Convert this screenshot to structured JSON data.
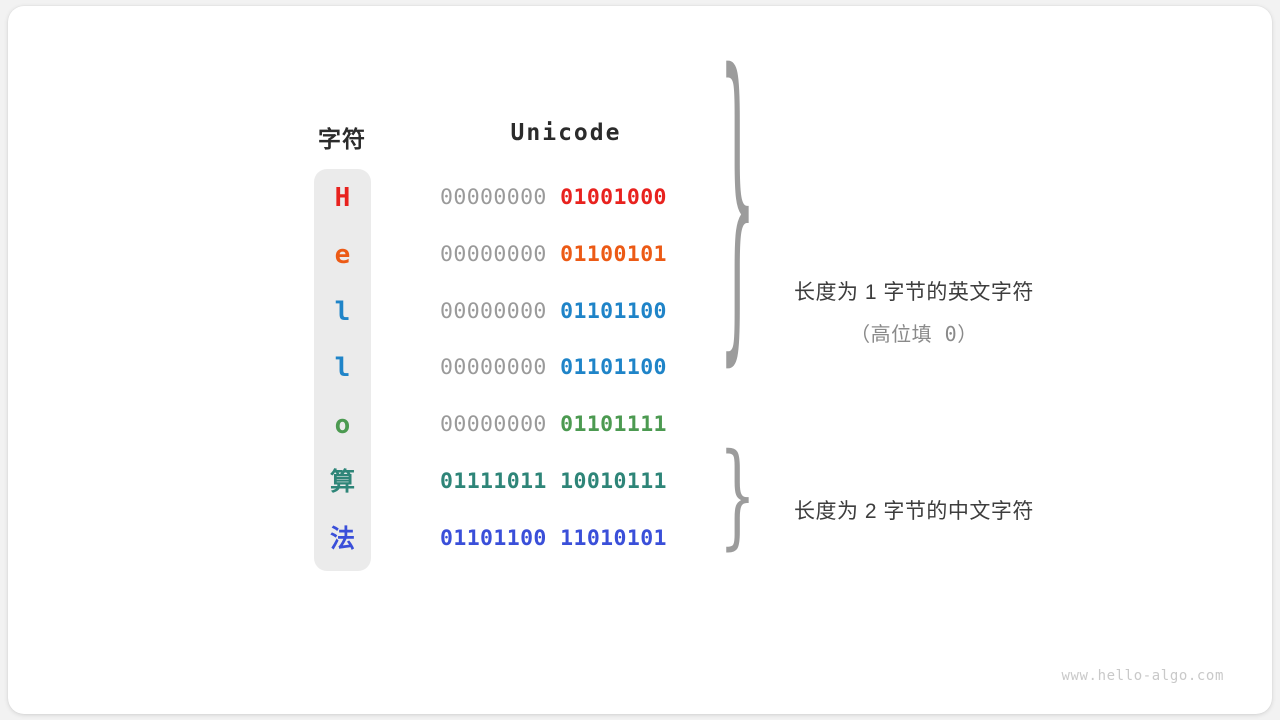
{
  "headers": {
    "char": "字符",
    "unicode": "Unicode"
  },
  "colors": {
    "red": "#e8221e",
    "orange": "#ec5a15",
    "blue": "#1f84c8",
    "green": "#4c9a51",
    "teal": "#2e8578",
    "indigo": "#3a4fd9",
    "pad_gray": "#9a9a9a",
    "column_bg": "#ebebeb",
    "brace": "#9c9c9c"
  },
  "rows": [
    {
      "char": "H",
      "color": "#e8221e",
      "cjk": false,
      "high_byte": "00000000",
      "low_byte": "01001000",
      "high_is_pad": true
    },
    {
      "char": "e",
      "color": "#ec5a15",
      "cjk": false,
      "high_byte": "00000000",
      "low_byte": "01100101",
      "high_is_pad": true
    },
    {
      "char": "l",
      "color": "#1f84c8",
      "cjk": false,
      "high_byte": "00000000",
      "low_byte": "01101100",
      "high_is_pad": true
    },
    {
      "char": "l",
      "color": "#1f84c8",
      "cjk": false,
      "high_byte": "00000000",
      "low_byte": "01101100",
      "high_is_pad": true
    },
    {
      "char": "o",
      "color": "#4c9a51",
      "cjk": false,
      "high_byte": "00000000",
      "low_byte": "01101111",
      "high_is_pad": true
    },
    {
      "char": "算",
      "color": "#2e8578",
      "cjk": true,
      "high_byte": "01111011",
      "low_byte": "10010111",
      "high_is_pad": false
    },
    {
      "char": "法",
      "color": "#3a4fd9",
      "cjk": true,
      "high_byte": "01101100",
      "low_byte": "11010101",
      "high_is_pad": false
    }
  ],
  "braces": {
    "glyph": "}",
    "group1_rows": [
      1,
      5
    ],
    "group2_rows": [
      6,
      7
    ]
  },
  "annotations": {
    "group1_main": "长度为 1 字节的英文字符",
    "group1_sub": "（高位填 0）",
    "group2_main": "长度为 2 字节的中文字符"
  },
  "watermark": "www.hello-algo.com"
}
